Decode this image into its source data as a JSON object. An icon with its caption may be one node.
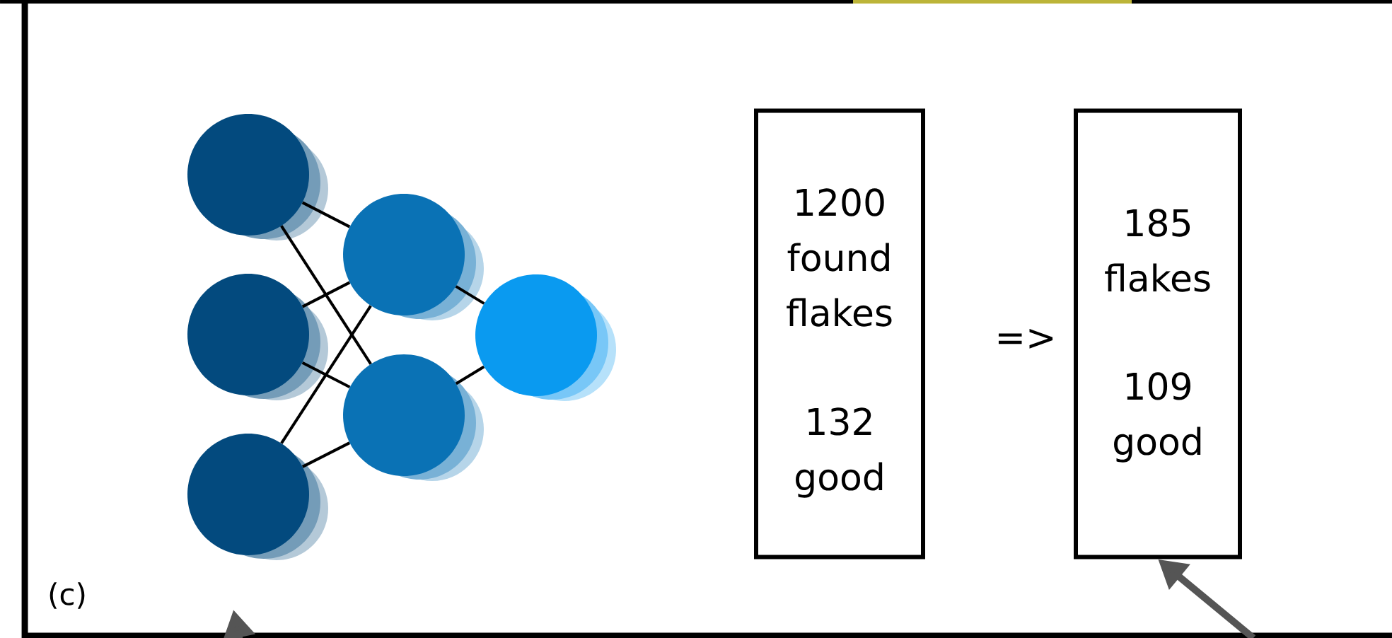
{
  "diagram": {
    "nodes": [
      {
        "text": [],
        "shape": "circle"
      },
      {
        "text": [],
        "shape": "circle"
      },
      {
        "text": [],
        "shape": "circle"
      },
      {
        "text": [],
        "shape": "circle"
      },
      {
        "text": [],
        "shape": "circle"
      },
      {
        "text": [],
        "shape": "circle"
      },
      {
        "text": [
          "1200 found flakes",
          "132 good"
        ]
      },
      {
        "text": [
          "185 flakes",
          "109 good"
        ]
      }
    ],
    "edges": [
      {
        "from": 0,
        "to": 3,
        "arrow": "none"
      },
      {
        "from": 0,
        "to": 4,
        "arrow": "none"
      },
      {
        "from": 1,
        "to": 3,
        "arrow": "none"
      },
      {
        "from": 1,
        "to": 4,
        "arrow": "none"
      },
      {
        "from": 2,
        "to": 3,
        "arrow": "none"
      },
      {
        "from": 2,
        "to": 4,
        "arrow": "none"
      },
      {
        "from": 3,
        "to": 5,
        "arrow": "none"
      },
      {
        "from": 4,
        "to": 5,
        "arrow": "none"
      },
      {
        "from": null,
        "to": 7,
        "arrow": "to",
        "style": "thick",
        "color": "#555555"
      }
    ],
    "labels": [
      "=>",
      "(c)"
    ]
  }
}
